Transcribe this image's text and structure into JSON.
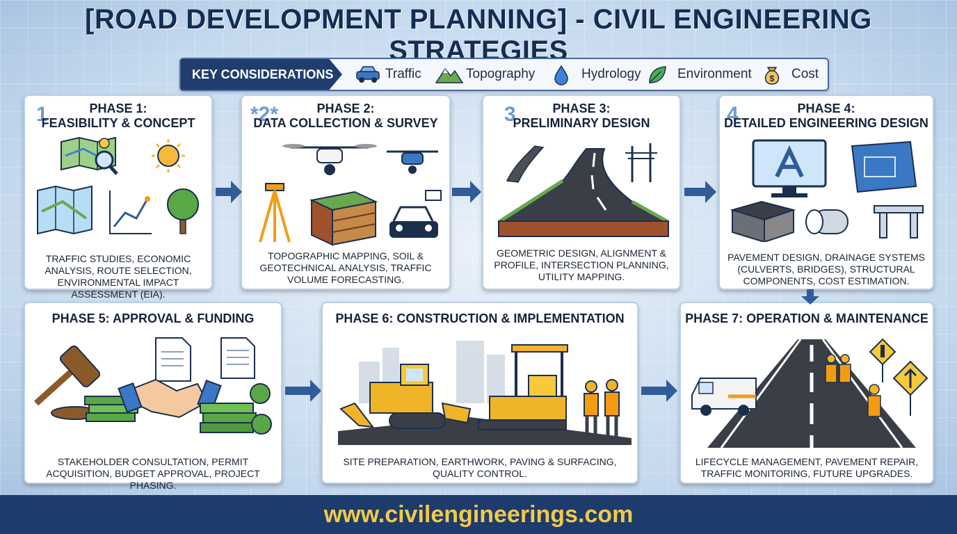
{
  "title": "[ROAD DEVELOPMENT PLANNING] - CIVIL ENGINEERING STRATEGIES",
  "key_considerations": {
    "label": "KEY CONSIDERATIONS",
    "items": [
      {
        "label": "Traffic",
        "icon": "car-icon"
      },
      {
        "label": "Topography",
        "icon": "mountain-icon"
      },
      {
        "label": "Hydrology",
        "icon": "water-drop-icon"
      },
      {
        "label": "Environment",
        "icon": "leaf-icon"
      },
      {
        "label": "Cost",
        "icon": "money-bag-icon"
      }
    ]
  },
  "phases": [
    {
      "number": "1",
      "title_line1": "PHASE 1:",
      "title_line2": "FEASIBILITY & CONCEPT",
      "body": "TRAFFIC STUDIES, ECONOMIC ANALYSIS, ROUTE SELECTION, ENVIRONMENTAL IMPACT ASSESSMENT (EIA)."
    },
    {
      "number": "*2*",
      "title_line1": "PHASE 2:",
      "title_line2": "DATA COLLECTION & SURVEY",
      "body": "TOPOGRAPHIC MAPPING, SOIL & GEOTECHNICAL ANALYSIS, TRAFFIC VOLUME FORECASTING."
    },
    {
      "number": "3",
      "title_line1": "PHASE 3:",
      "title_line2": "PRELIMINARY DESIGN",
      "body": "GEOMETRIC DESIGN, ALIGNMENT & PROFILE, INTERSECTION PLANNING, UTILITY MAPPING."
    },
    {
      "number": "4",
      "title_line1": "PHASE 4:",
      "title_line2": "DETAILED ENGINEERING DESIGN",
      "body": "PAVEMENT DESIGN, DRAINAGE SYSTEMS (CULVERTS, BRIDGES), STRUCTURAL COMPONENTS, COST ESTIMATION."
    },
    {
      "title": "PHASE 5: APPROVAL & FUNDING",
      "body": "STAKEHOLDER CONSULTATION, PERMIT ACQUISITION, BUDGET APPROVAL, PROJECT PHASING."
    },
    {
      "title": "PHASE 6: CONSTRUCTION & IMPLEMENTATION",
      "body": "SITE PREPARATION, EARTHWORK, PAVING & SURFACING, QUALITY CONTROL."
    },
    {
      "title": "PHASE 7: OPERATION & MAINTENANCE",
      "body": "LIFECYCLE MANAGEMENT, PAVEMENT REPAIR, TRAFFIC MONITORING, FUTURE UPGRADES."
    }
  ],
  "footer": "www.civilengineerings.com",
  "colors": {
    "navy": "#1d3c6b",
    "accent_yellow": "#f2c94c",
    "arrow_blue": "#2f5d9a"
  }
}
